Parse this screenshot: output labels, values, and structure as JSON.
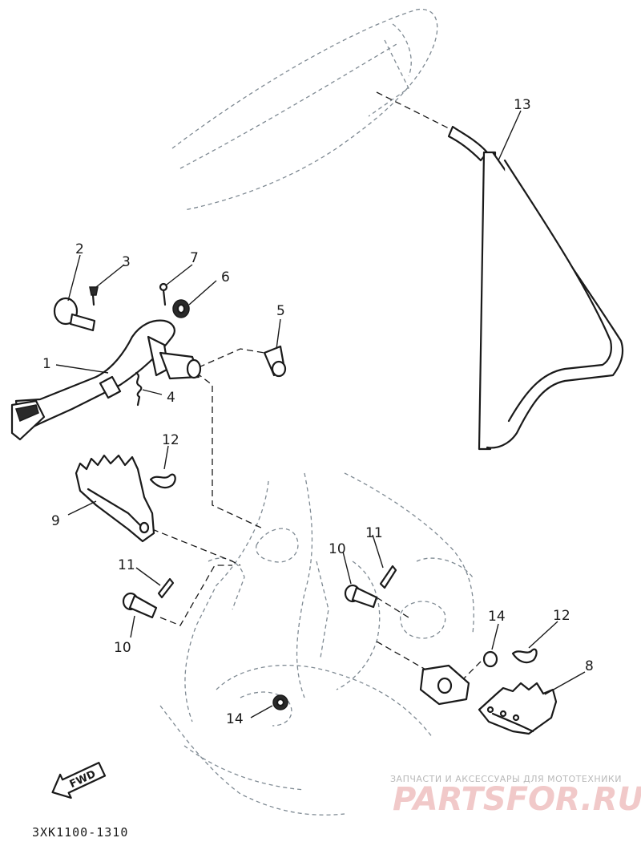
{
  "callouts": {
    "c1": "1",
    "c2": "2",
    "c3": "3",
    "c4": "4",
    "c5": "5",
    "c6": "6",
    "c7": "7",
    "c8": "8",
    "c9": "9",
    "c10a": "10",
    "c10b": "10",
    "c11a": "11",
    "c11b": "11",
    "c12a": "12",
    "c12b": "12",
    "c13": "13",
    "c14a": "14",
    "c14b": "14"
  },
  "fwd_label": "FWD",
  "part_number": "3XK1100-1310",
  "watermark": {
    "caption": "ЗАПЧАСТИ И АКСЕССУАРЫ ДЛЯ МОТОТЕХНИКИ",
    "brand": "PARTSFOR.RU"
  }
}
